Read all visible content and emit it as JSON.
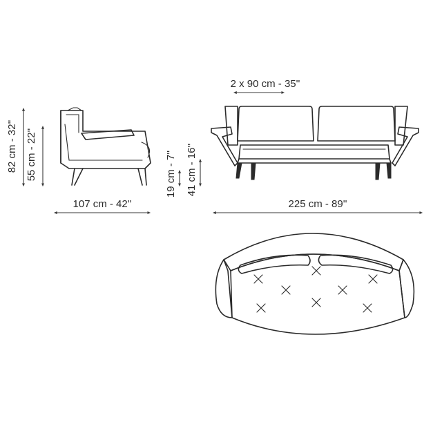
{
  "dimensions": {
    "total_height": "82 cm - 32''",
    "seat_height": "55 cm - 22''",
    "depth": "107 cm - 42''",
    "cushion_height": "19 cm - 7''",
    "seat_frame_height": "41 cm - 16''",
    "width": "225 cm - 89''",
    "cushion_width": "2 x 90 cm - 35''"
  },
  "colors": {
    "line": "#2b2b2b",
    "background": "#ffffff"
  }
}
